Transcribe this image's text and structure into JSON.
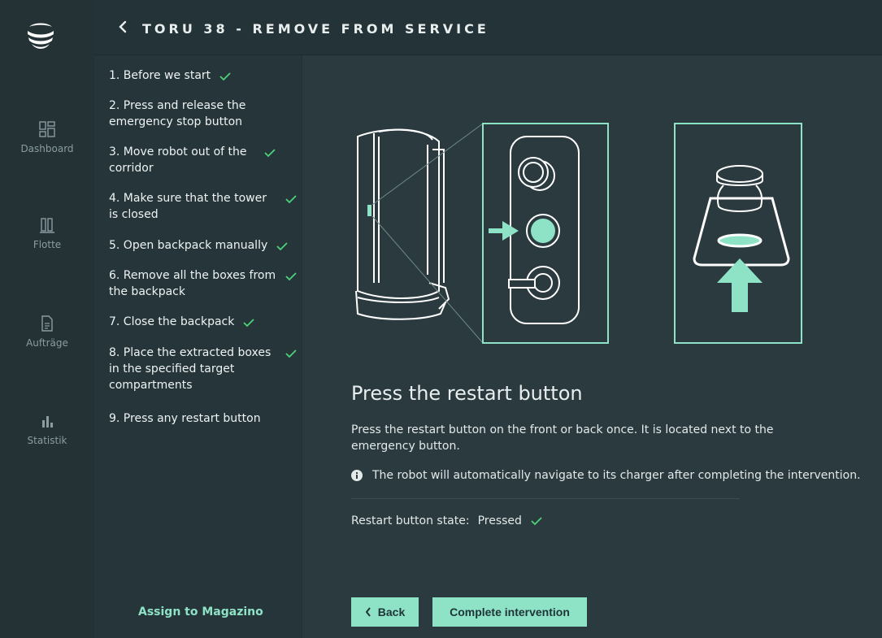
{
  "sidebar": {
    "items": [
      {
        "label": "Dashboard",
        "icon": "dashboard-icon"
      },
      {
        "label": "Flotte",
        "icon": "fleet-icon"
      },
      {
        "label": "Aufträge",
        "icon": "orders-icon"
      },
      {
        "label": "Statistik",
        "icon": "statistics-icon"
      }
    ]
  },
  "header": {
    "title": "TORU 38 - REMOVE FROM SERVICE"
  },
  "steps": [
    {
      "label": "1. Before we start",
      "done": true
    },
    {
      "label": "2. Press and release the emergency stop button",
      "done": false
    },
    {
      "label": "3. Move robot out of the corridor",
      "done": true
    },
    {
      "label": "4. Make sure that the tower is closed",
      "done": true
    },
    {
      "label": "5. Open backpack manually",
      "done": true
    },
    {
      "label": "6. Remove all the boxes from the backpack",
      "done": true
    },
    {
      "label": "7. Close the backpack",
      "done": true
    },
    {
      "label": "8. Place the extracted boxes in the specified target compartments",
      "done": true
    },
    {
      "label": "9. Press any restart button",
      "done": false
    }
  ],
  "assign_label": "Assign to Magazino",
  "content": {
    "title": "Press the restart button",
    "description": "Press the restart button on the front or back once. It is located next to the emergency button.",
    "info": "The robot will automatically navigate to its charger after completing the intervention.",
    "state_label": "Restart button state:",
    "state_value": "Pressed"
  },
  "buttons": {
    "back": "Back",
    "complete": "Complete intervention"
  },
  "colors": {
    "accent": "#8ee2c5",
    "check": "#4cd37a",
    "background": "#2a3a3f",
    "sidebar": "#243135"
  }
}
